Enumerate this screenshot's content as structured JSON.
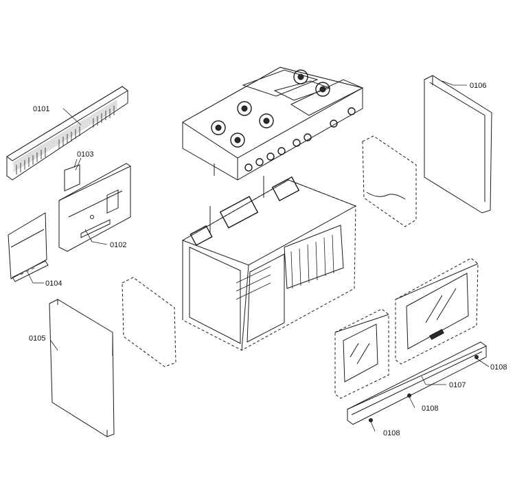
{
  "callouts": [
    {
      "id": "c0101",
      "text": "0101"
    },
    {
      "id": "c0102",
      "text": "0102"
    },
    {
      "id": "c0103",
      "text": "0103"
    },
    {
      "id": "c0104",
      "text": "0104"
    },
    {
      "id": "c0105",
      "text": "0105"
    },
    {
      "id": "c0106",
      "text": "0106"
    },
    {
      "id": "c0107",
      "text": "0107"
    },
    {
      "id": "c0108a",
      "text": "0108"
    },
    {
      "id": "c0108b",
      "text": "0108"
    },
    {
      "id": "c0108c",
      "text": "0108"
    }
  ]
}
